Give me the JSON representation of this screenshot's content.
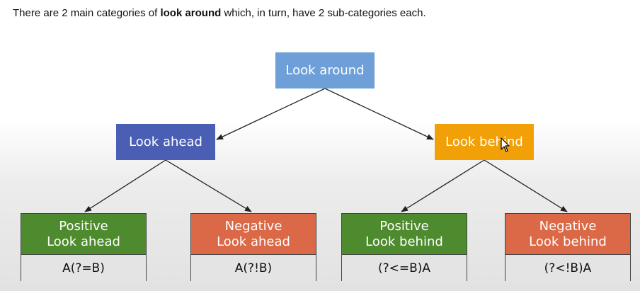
{
  "intro": {
    "prefix": "There are 2 main categories of ",
    "emphasis": "look around",
    "suffix": " which, in turn, have 2 sub-categories each."
  },
  "diagram": {
    "root": {
      "label": "Look around",
      "color": "#6f9fd8"
    },
    "ahead": {
      "label": "Look ahead",
      "color": "#4a5fb3"
    },
    "behind": {
      "label": "Look behind",
      "color": "#f2a007"
    },
    "leaves": [
      {
        "line1": "Positive",
        "line2": "Look ahead",
        "syntax": "A(?=B)",
        "color": "#4e8a2e"
      },
      {
        "line1": "Negative",
        "line2": "Look ahead",
        "syntax": "A(?!B)",
        "color": "#db6846"
      },
      {
        "line1": "Positive",
        "line2": "Look behind",
        "syntax": "(?<=B)A",
        "color": "#4e8a2e"
      },
      {
        "line1": "Negative",
        "line2": "Look behind",
        "syntax": "(?<!B)A",
        "color": "#db6846"
      }
    ]
  },
  "cursor_icon": "mouse-pointer-icon"
}
